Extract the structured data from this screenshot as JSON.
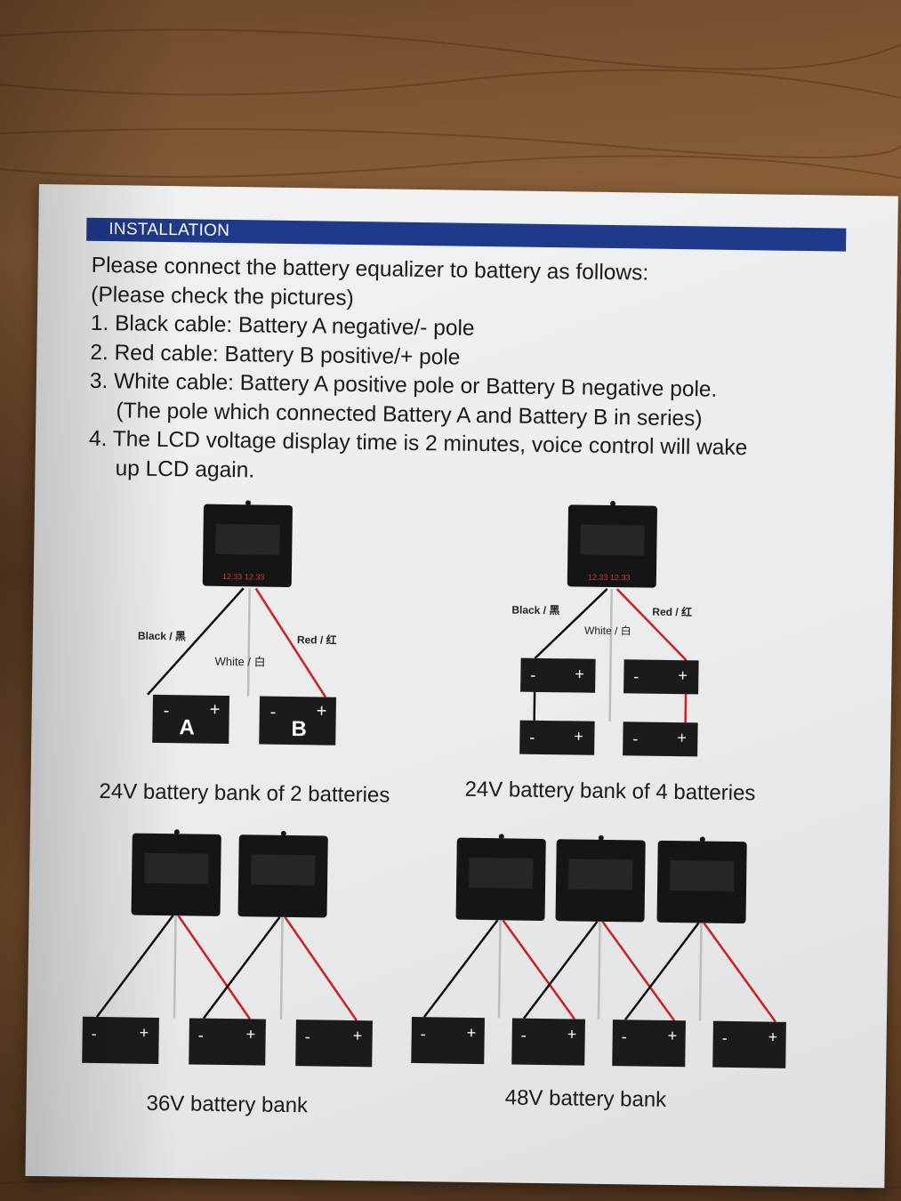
{
  "header": {
    "title": "INSTALLATION"
  },
  "instructions": [
    {
      "kind": "text",
      "text": "Please connect the battery equalizer to battery as follows:"
    },
    {
      "kind": "text",
      "text": "(Please check the pictures)"
    },
    {
      "kind": "num",
      "text": "1. Black cable: Battery A negative/- pole"
    },
    {
      "kind": "num",
      "text": "2. Red cable: Battery B positive/+ pole"
    },
    {
      "kind": "num",
      "text": "3. White cable: Battery A positive pole or Battery B negative pole."
    },
    {
      "kind": "cont",
      "text": "(The pole which connected Battery A and Battery B in series)"
    },
    {
      "kind": "num",
      "text": "4. The LCD voltage display time is 2 minutes, voice control will wake"
    },
    {
      "kind": "cont",
      "text": "up LCD again."
    }
  ],
  "labels": {
    "black": "Black / 黑",
    "white": "White / 白",
    "red": "Red / 红",
    "battery_a": "A",
    "battery_b": "B",
    "minus": "-",
    "plus": "+",
    "lcd": "12.33 12.33"
  },
  "captions": {
    "diagram1": "24V battery bank of 2 batteries",
    "diagram2": "24V battery bank of 4 batteries",
    "diagram3": "36V battery bank",
    "diagram4": "48V battery bank"
  },
  "colors": {
    "band": "#1e3a8a",
    "black_wire": "#111111",
    "red_wire": "#d21e1e",
    "white_wire": "#bdbdbd",
    "battery": "#1b1b1b",
    "equalizer": "#151515"
  }
}
